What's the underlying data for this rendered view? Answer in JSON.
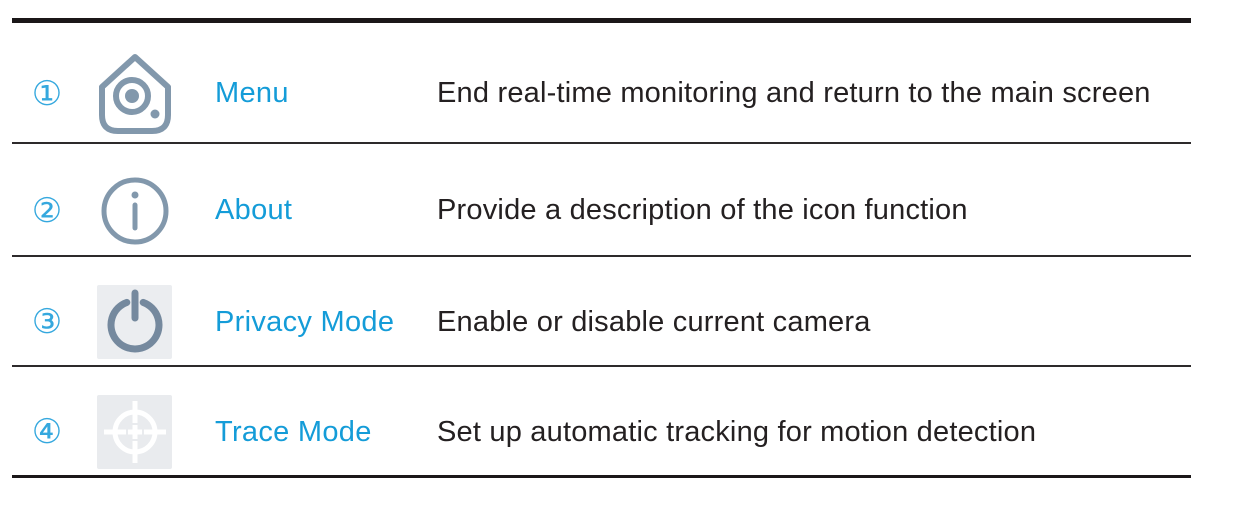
{
  "page": {
    "kind": "manual-icon-legend",
    "background_color": "#ffffff",
    "border_color": "#1b1718",
    "divider_color": "#2d2a2b",
    "label_color": "#149cd8",
    "number_color": "#35a8de",
    "icon_stroke_color": "#8298ac",
    "power_icon_stroke_color": "#75899e",
    "text_color": "#242021"
  },
  "table": {
    "rows": [
      {
        "number": "①",
        "icon": "home-camera-icon",
        "label": "Menu",
        "description": "End real-time monitoring and return to the main screen"
      },
      {
        "number": "②",
        "icon": "info-icon",
        "label": "About",
        "description": "Provide a description of the icon function"
      },
      {
        "number": "③",
        "icon": "power-icon",
        "label": "Privacy Mode",
        "description": "Enable or disable current camera"
      },
      {
        "number": "④",
        "icon": "crosshair-icon",
        "label": "Trace Mode",
        "description": "Set up automatic tracking for motion detection"
      }
    ]
  }
}
